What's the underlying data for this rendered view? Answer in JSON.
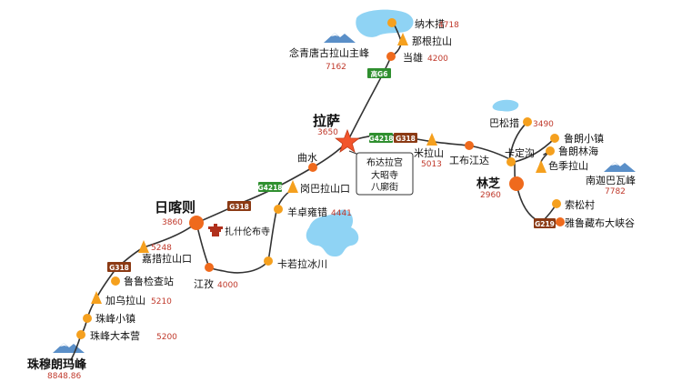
{
  "colors": {
    "route": "#333333",
    "stop": "#f5a01e",
    "city": "#ef6a1d",
    "capital_star": "#f2552c",
    "elevation": "#c0392b",
    "pass_marker": "#f5a01e",
    "lake": "#8fd3f4",
    "mountain": "#5a8fc8",
    "badge_g318": "#8b3a14",
    "badge_g42": "#2f8f2f",
    "badge_g6": "#2f8f2f",
    "badge_g219": "#8b3a14"
  },
  "places": {
    "namtso": {
      "name": "纳木措",
      "elev": "4718"
    },
    "nagenla": {
      "name": "那根拉山"
    },
    "nyainqentanglha": {
      "name": "念青唐古拉山主峰",
      "elev": "7162"
    },
    "damxung": {
      "name": "当雄",
      "elev": "4200"
    },
    "lhasa": {
      "name": "拉萨",
      "elev": "3650"
    },
    "lhasa_sights": [
      "布达拉宫",
      "大昭寺",
      "八廓街"
    ],
    "qushui": {
      "name": "曲水"
    },
    "gambala": {
      "name": "岗巴拉山口"
    },
    "yamdrok": {
      "name": "羊卓雍错",
      "elev": "4441"
    },
    "karola": {
      "name": "卡若拉冰川"
    },
    "gyantse": {
      "name": "江孜",
      "elev": "4000"
    },
    "shigatse": {
      "name": "日喀则",
      "elev": "3860"
    },
    "tashilhunpo": {
      "name": "扎什伦布寺"
    },
    "jiacuola": {
      "name": "嘉措拉山口",
      "elev": "5248"
    },
    "lulu": {
      "name": "鲁鲁检查站"
    },
    "jiawula": {
      "name": "加乌拉山",
      "elev": "5210"
    },
    "zhufeng_town": {
      "name": "珠峰小镇"
    },
    "base_camp": {
      "name": "珠峰大本营",
      "elev": "5200"
    },
    "everest": {
      "name": "珠穆朗玛峰",
      "elev": "8848.86"
    },
    "milashan": {
      "name": "米拉山",
      "elev": "5013"
    },
    "gongbujiangda": {
      "name": "工布江达"
    },
    "basongcuo": {
      "name": "巴松措",
      "elev": "3490"
    },
    "kadinggou": {
      "name": "卡定沟"
    },
    "lulang_town": {
      "name": "鲁朗小镇"
    },
    "lulang_forest": {
      "name": "鲁朗林海"
    },
    "sejila": {
      "name": "色季拉山"
    },
    "namchabarwa": {
      "name": "南迦巴瓦峰",
      "elev": "7782"
    },
    "nyingchi": {
      "name": "林芝",
      "elev": "2960"
    },
    "suosong": {
      "name": "索松村"
    },
    "yarlung_canyon": {
      "name": "雅鲁藏布大峡谷"
    }
  },
  "badges": {
    "g6": "高G6",
    "g42_lhasa": "G4218",
    "g318_lhasa": "G318",
    "g42_west": "G4218",
    "g318_shigatse": "G318",
    "g318_south": "G318",
    "g219": "G219"
  },
  "icons": [
    "peak-icon",
    "pass-icon",
    "lake-icon",
    "temple-icon",
    "star-icon"
  ]
}
